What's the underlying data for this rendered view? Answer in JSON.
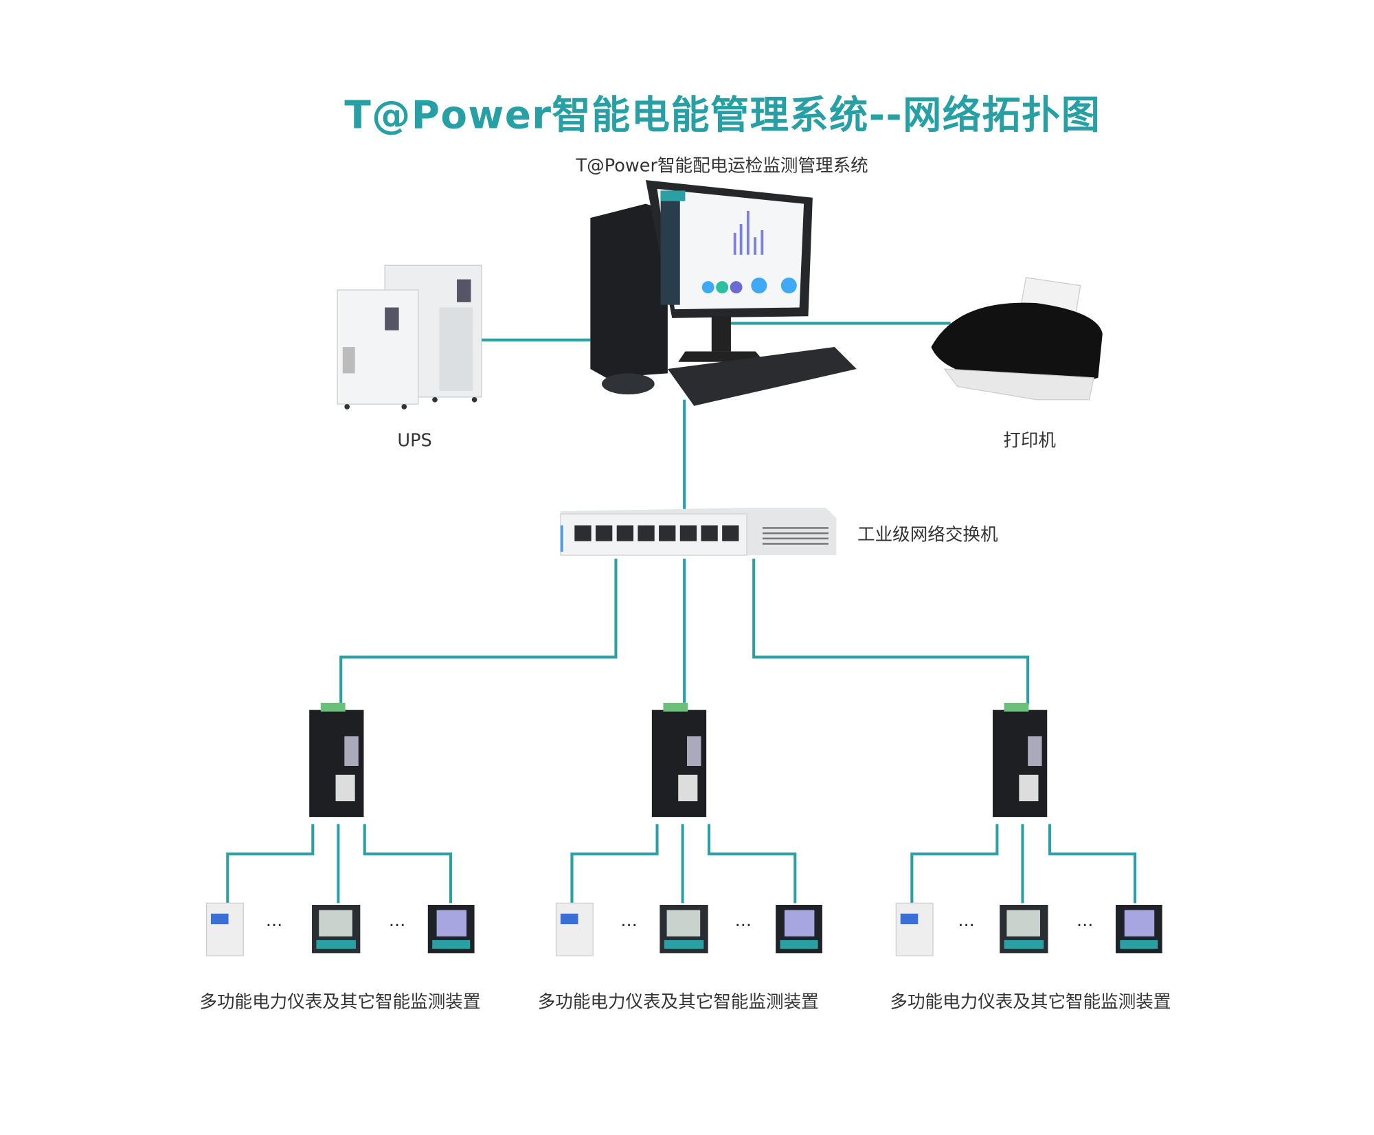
{
  "title": "T@Power智能电能管理系统--网络拓扑图",
  "server_label": "T@Power智能配电运检监测管理系统",
  "ups_label": "UPS",
  "printer_label": "打印机",
  "switch_label": "工业级网络交换机",
  "device_group_labels": [
    "多功能电力仪表及其它智能监测装置",
    "多功能电力仪表及其它智能监测装置",
    "多功能电力仪表及其它智能监测装置"
  ],
  "ellipsis": "···",
  "colors": {
    "accent": "#26a0a4",
    "line": "#2aa0a4",
    "text": "#333333"
  }
}
